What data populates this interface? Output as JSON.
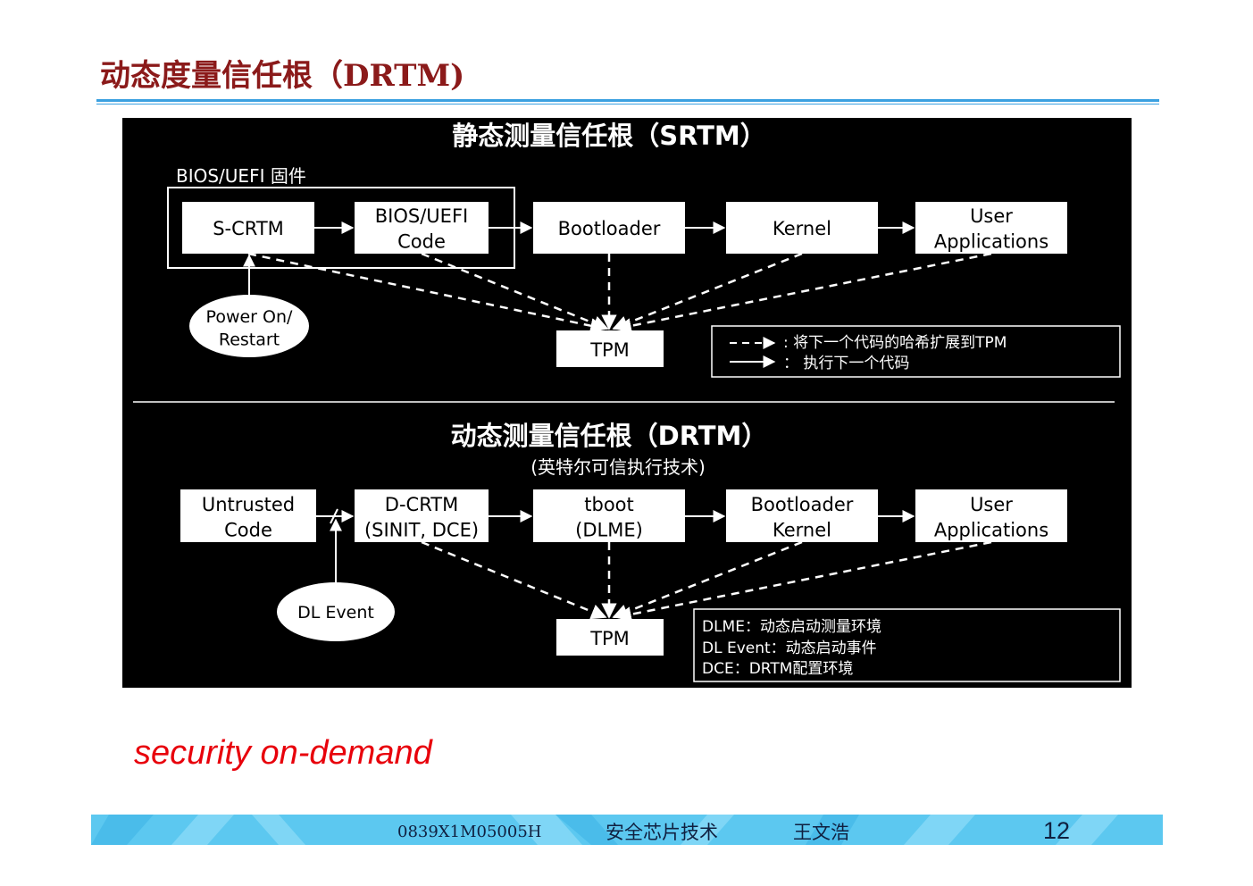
{
  "slide": {
    "title": "动态度量信任根（DRTM)",
    "tagline": "security on-demand"
  },
  "srtm": {
    "heading": "静态测量信任根（SRTM）",
    "firmware_label": "BIOS/UEFI 固件",
    "boxes": {
      "scrtm": [
        "S-CRTM"
      ],
      "bios": [
        "BIOS/UEFI",
        "Code"
      ],
      "bootloader": [
        "Bootloader"
      ],
      "kernel": [
        "Kernel"
      ],
      "user_apps": [
        "User",
        "Applications"
      ],
      "tpm": [
        "TPM"
      ]
    },
    "trigger": [
      "Power On/",
      "Restart"
    ],
    "legend": {
      "dashed": ": 将下一个代码的哈希扩展到TPM",
      "solid": "：  执行下一个代码"
    }
  },
  "drtm": {
    "heading": "动态测量信任根（DRTM）",
    "subheading": "(英特尔可信执行技术)",
    "boxes": {
      "untrusted": [
        "Untrusted",
        "Code"
      ],
      "dcrtm": [
        "D-CRTM",
        "(SINIT, DCE)"
      ],
      "tboot": [
        "tboot",
        "(DLME)"
      ],
      "boot_kernel": [
        "Bootloader",
        "Kernel"
      ],
      "user_apps": [
        "User",
        "Applications"
      ],
      "tpm": [
        "TPM"
      ]
    },
    "trigger": [
      "DL Event"
    ],
    "notes": [
      "DLME：动态启动测量环境",
      "DL Event：动态启动事件",
      "DCE：DRTM配置环境"
    ]
  },
  "footer": {
    "course_code": "0839X1M05005H",
    "course_name": "安全芯片技术",
    "author": "王文浩",
    "page_number": "12"
  },
  "colors": {
    "title": "#8b1a1a",
    "title_rule": "#3aa0e0",
    "tagline": "#e8000b",
    "footer_band": "#5cc8f0",
    "footer_text": "#102040",
    "diagram_background": "#000000",
    "diagram_foreground": "#ffffff"
  }
}
